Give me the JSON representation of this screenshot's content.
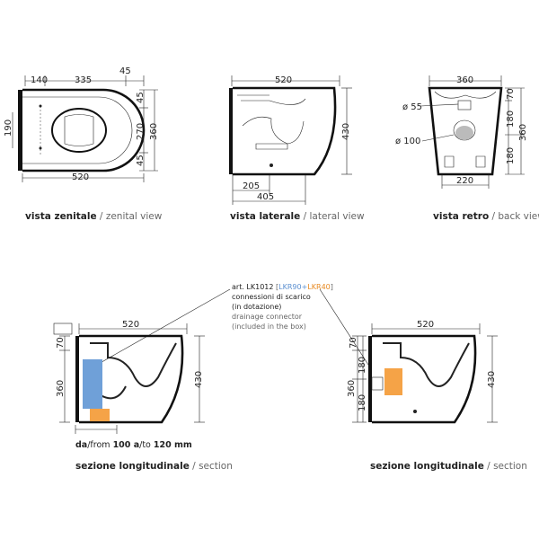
{
  "views": {
    "top": {
      "dims": {
        "d140": "140",
        "d335": "335",
        "d45a": "45",
        "d190": "190",
        "d45b": "45",
        "d270": "270",
        "d360": "360",
        "d45c": "45",
        "d520": "520"
      },
      "caption_main": "vista zenitale",
      "caption_sep": " / ",
      "caption_alt": "zenital view"
    },
    "side": {
      "dims": {
        "d520": "520",
        "d430": "430",
        "d205": "205",
        "d405": "405"
      },
      "caption_main": "vista laterale",
      "caption_sep": " / ",
      "caption_alt": "lateral view"
    },
    "back": {
      "dims": {
        "d360": "360",
        "d70": "70",
        "d180a": "180",
        "d360v": "360",
        "d180b": "180",
        "d220": "220",
        "phi55": "ø 55",
        "phi100": "ø 100"
      },
      "caption_main": "vista retro",
      "caption_sep": " / ",
      "caption_alt": "back view"
    },
    "section1": {
      "dims": {
        "d520": "520",
        "d70": "70",
        "d360": "360",
        "d430": "430"
      },
      "range_a": "da",
      "range_b": "/from ",
      "range_c": "100",
      "range_d": " a",
      "range_e": "/to ",
      "range_f": "120 mm",
      "caption_main": "sezione longitudinale",
      "caption_sep": " / ",
      "caption_alt": "section"
    },
    "section2": {
      "dims": {
        "d520": "520",
        "d70": "70",
        "d180a": "180",
        "d360": "360",
        "d180b": "180",
        "d430": "430"
      },
      "caption_main": "sezione longitudinale",
      "caption_sep": " / ",
      "caption_alt": "section"
    }
  },
  "note": {
    "art": "art. LK1012",
    "code_open": " [",
    "code_a": "LKR90",
    "code_plus": "+",
    "code_b": "LKR40",
    "code_close": "]",
    "line2": "connessioni di scarico",
    "line3": "(in dotazione)",
    "line4": "drainage connector",
    "line5": "(included in the box)"
  },
  "colors": {
    "blue": "#6fa0d8",
    "orange": "#f5a347"
  }
}
